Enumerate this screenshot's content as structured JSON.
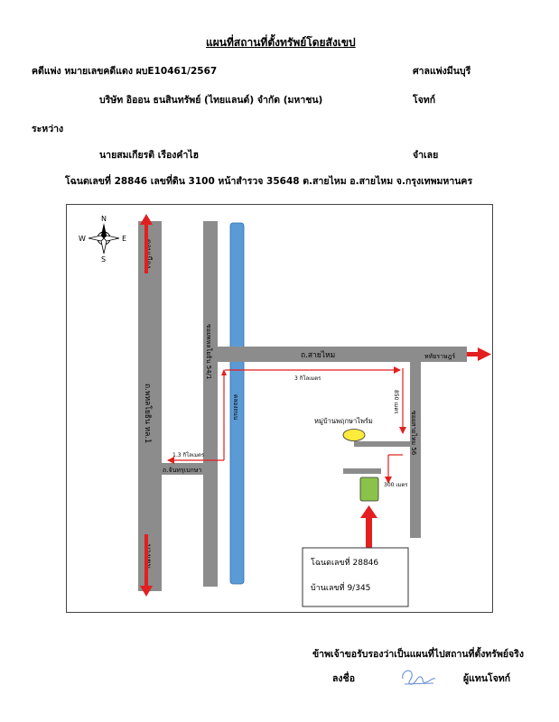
{
  "doc": {
    "title": "แผนที่สถานที่ตั้งทรัพย์โดยสังเขป",
    "case_line": "คดีแพ่ง  หมายเลขคดีแดง  ผบE10461/2567",
    "court": "ศาลแพ่งมีนบุรี",
    "plaintiff": "บริษัท อิออน ธนสินทรัพย์ (ไทยแลนด์) จำกัด (มหาชน)",
    "plaintiff_role": "โจทก์",
    "between": "ระหว่าง",
    "defendant": "นายสมเกียรติ      เรืองคำไฮ",
    "defendant_role": "จำเลย",
    "deed_line": "โฉนดเลขที่  28846  เลขที่ดิน  3100  หน้าสำรวจ  35648   ต.สายไหม   อ.สายไหม   จ.กรุงเทพมหานคร"
  },
  "map": {
    "compass": {
      "n": "N",
      "s": "S",
      "e": "E",
      "w": "W"
    },
    "road_phahonyothin": "ถ.พหลโยธิน หล.1",
    "to_don_mueang": "ดอนเมือง",
    "to_bang_khen": "บางเขน",
    "soi_phahonyothin_54": "ซอยพหลโยธิน 54/1",
    "canal": "คลองถนน",
    "road_sai_mai": "ถ.สายไหม",
    "to_harutai": "หทัยราษฎร์",
    "soi_sai_mai": "ซอยสายไหม 56",
    "road_chanpradit": "ถ.จันทรุเบกษา",
    "dist_3km": "3  กิโลเมตร",
    "dist_13km": "1.3 กิโลเมตร",
    "dist_850m": "850 เมตร",
    "dist_300m": "300 เมตร",
    "village": "หมู่บ้านพฤกษาไพร์ม",
    "deed_box_line1": "โฉนดเลขที่ 28846",
    "deed_box_line2": "บ้านเลขที่ 9/345",
    "colors": {
      "road": "#8c8c8c",
      "canal": "#5b9bd5",
      "arrow": "#e31f1f",
      "property": "#8bc34a",
      "village": "#ffeb3b"
    }
  },
  "footer": {
    "certify": "ข้าพเจ้าขอรับรองว่าเป็นแผนที่ไปสถานที่ตั้งทรัพย์จริง",
    "sign_label": "ลงชื่อ",
    "signer_role": "ผู้แทนโจทก์"
  }
}
